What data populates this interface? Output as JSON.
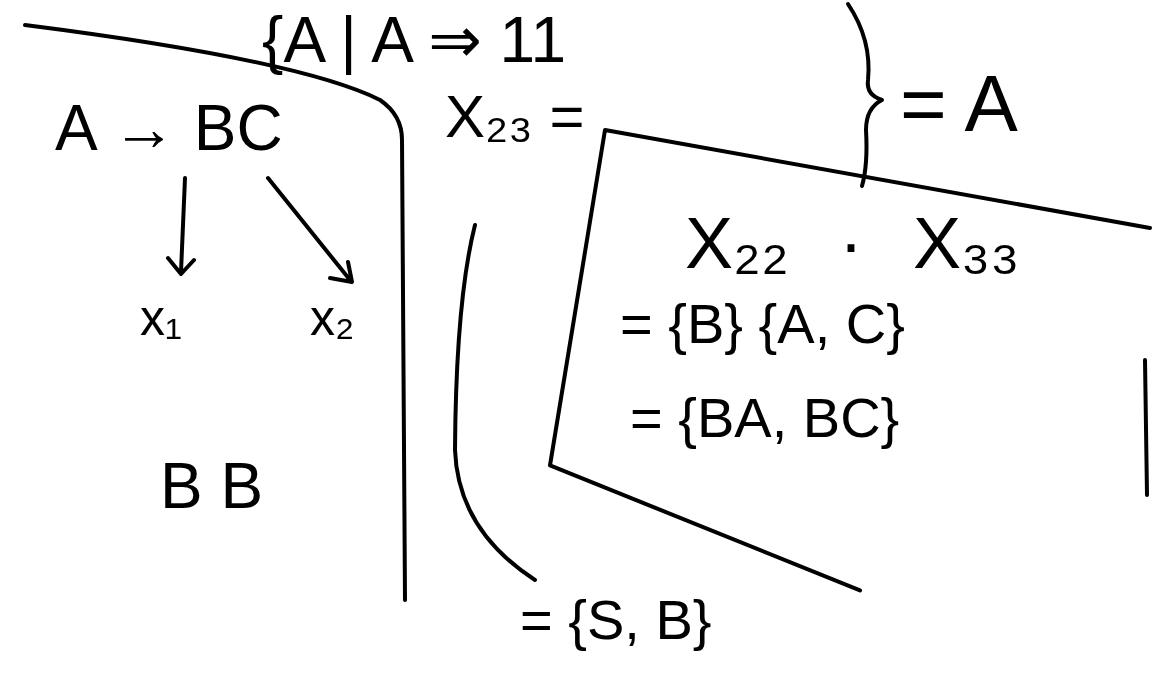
{
  "diagram": {
    "nodes": [
      {
        "text": [
          "X₂₂ · X₃₃",
          "= {B} {A, C}",
          "= {BA, BC}"
        ]
      }
    ],
    "labels": [
      "{A | A ⇒ 11",
      "= A",
      "A → BC",
      "x₁",
      "x₂",
      "B B",
      "X₂₃ =",
      "= {S, B}"
    ]
  }
}
